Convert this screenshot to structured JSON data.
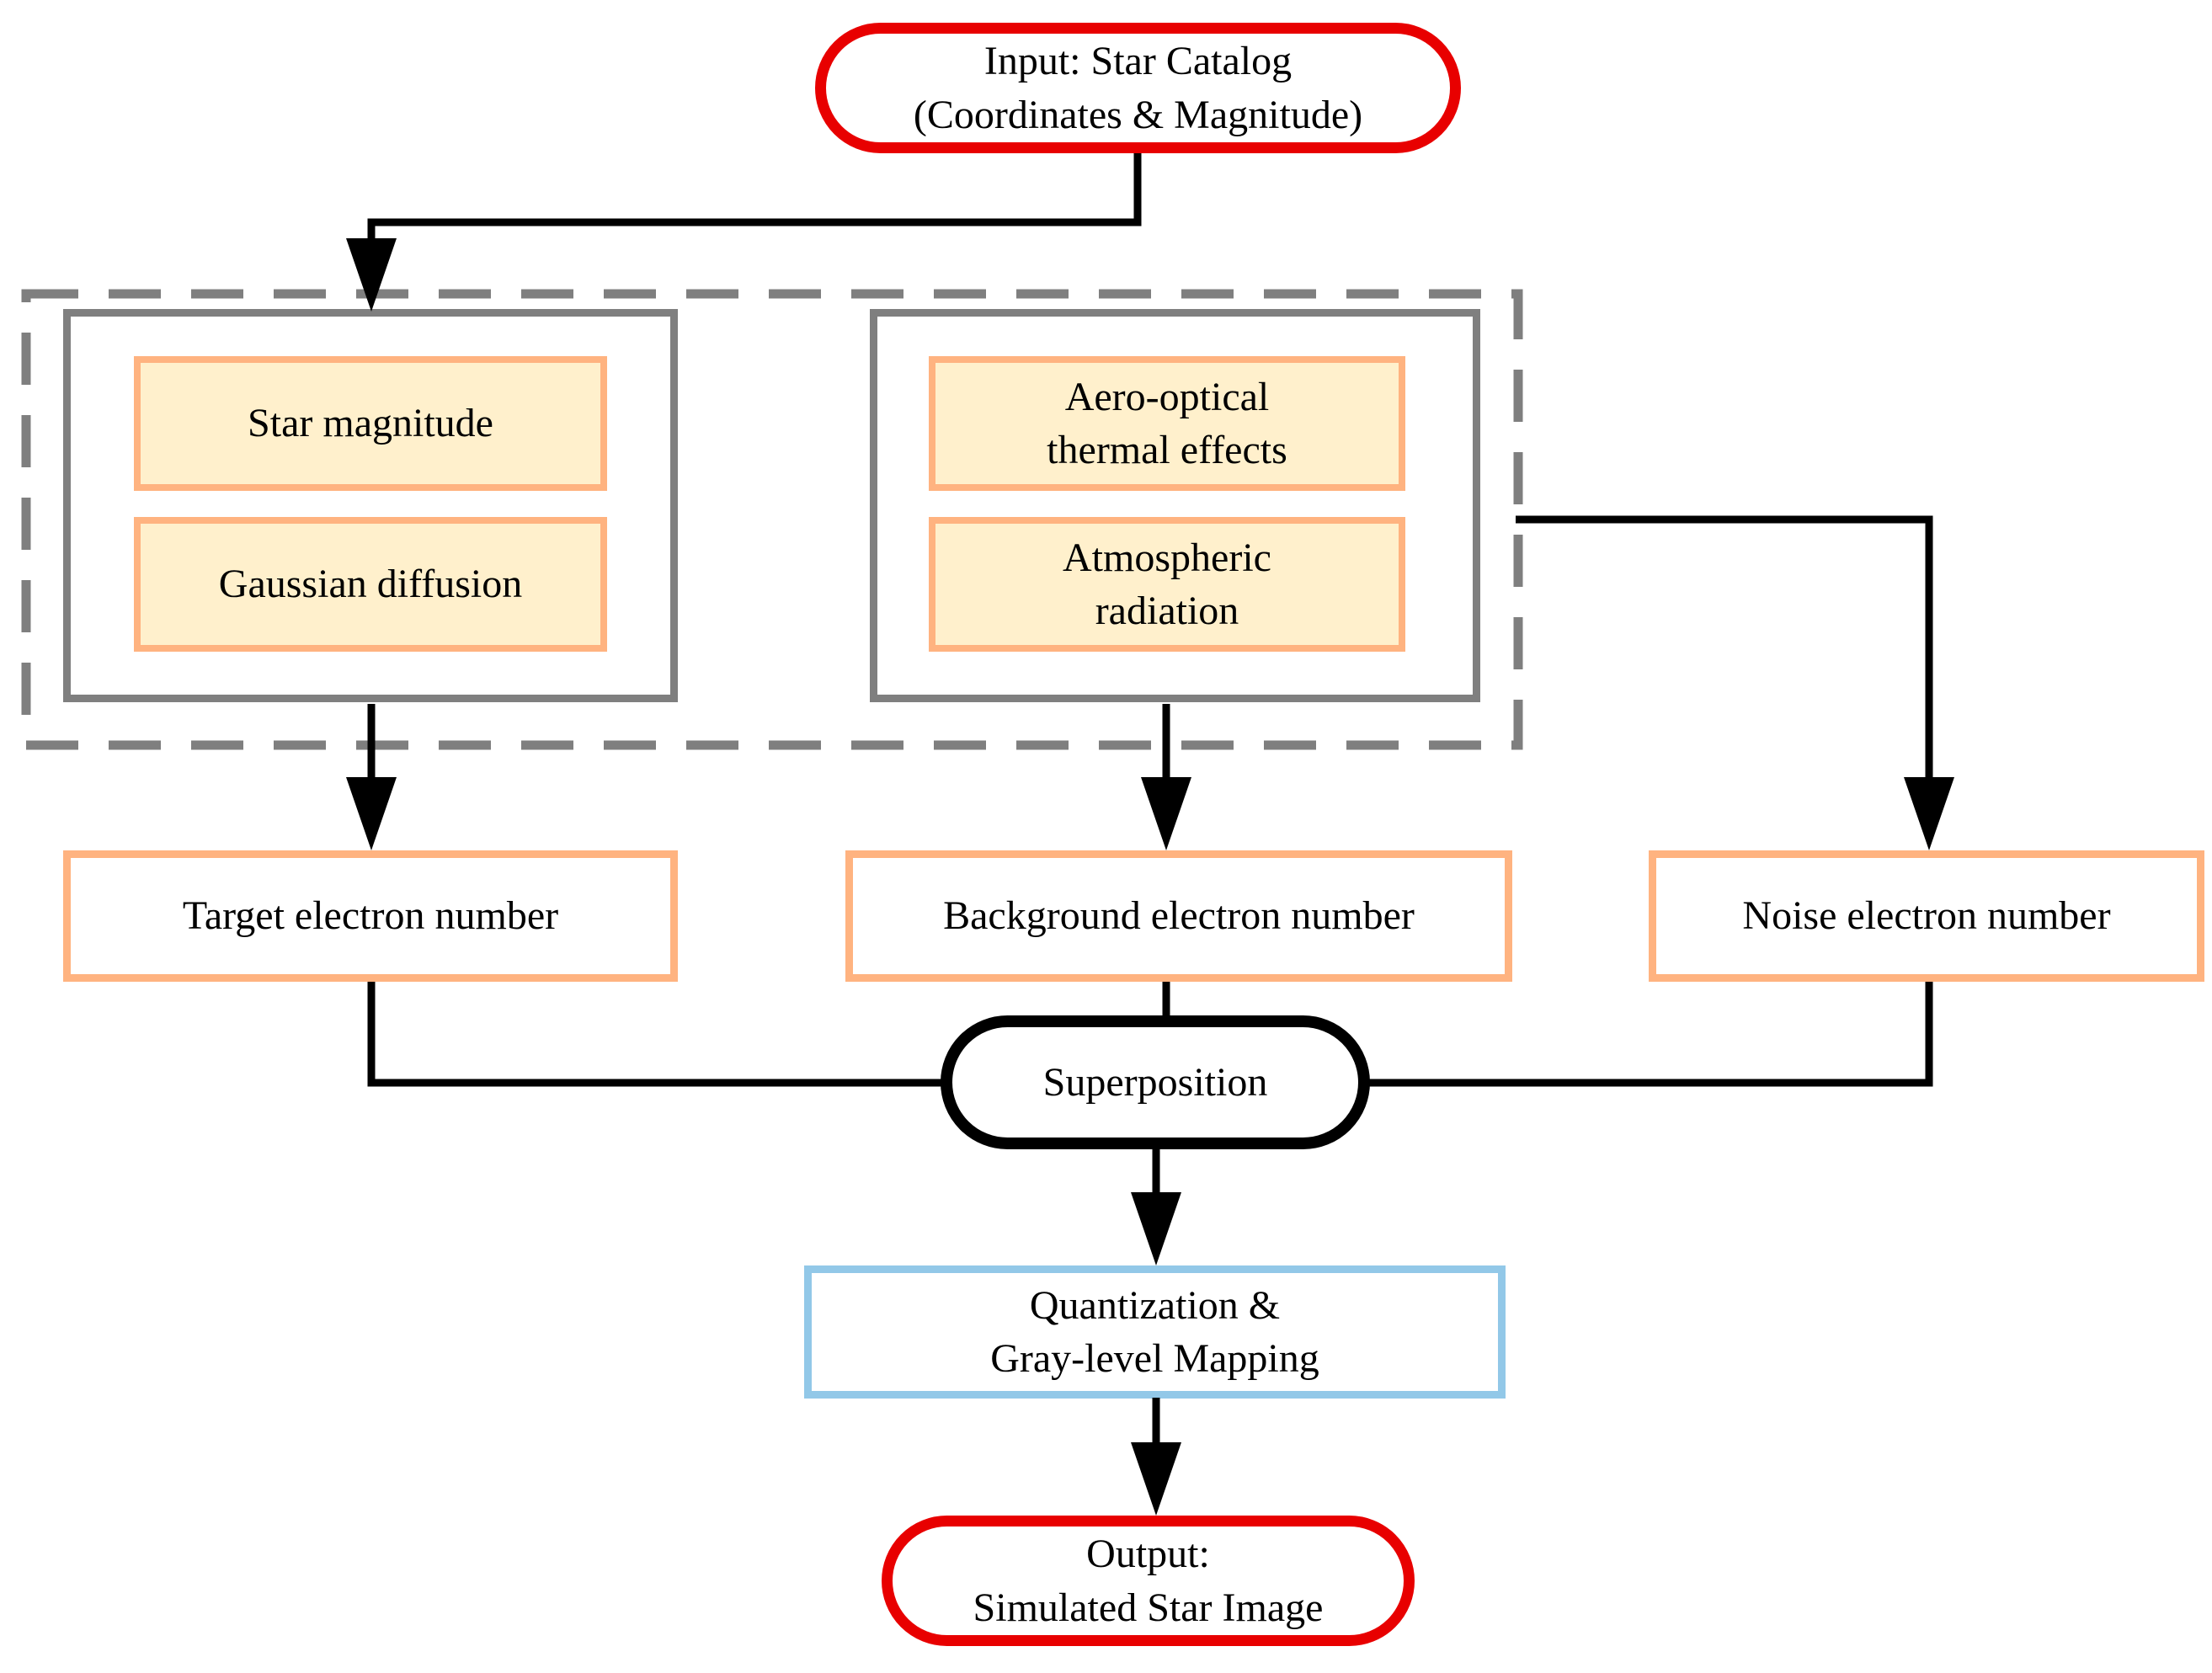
{
  "colors": {
    "red_border": "#e80000",
    "orange_border": "#ffb380",
    "cream_fill": "#fff0cc",
    "gray_border": "#7f7f7f",
    "blue_border": "#92c8e8",
    "line_black": "#000000",
    "background": "#ffffff",
    "text_color": "#000000"
  },
  "nodes": {
    "input": {
      "label": "Input: Star Catalog\n(Coordinates & Magnitude)"
    },
    "star_magnitude": {
      "label": "Star magnitude"
    },
    "gaussian_diffusion": {
      "label": "Gaussian diffusion"
    },
    "aero_optical_thermal_effects": {
      "label": "Aero-optical\nthermal effects"
    },
    "atmospheric_radiation": {
      "label": "Atmospheric\nradiation"
    },
    "target_electron_number": {
      "label": "Target electron number"
    },
    "background_electron_number": {
      "label": "Background electron number"
    },
    "noise_electron_number": {
      "label": "Noise electron number"
    },
    "superposition": {
      "label": "Superposition"
    },
    "quantization": {
      "label": "Quantization &\nGray-level Mapping"
    },
    "output": {
      "label": "Output:\nSimulated Star Image"
    }
  }
}
